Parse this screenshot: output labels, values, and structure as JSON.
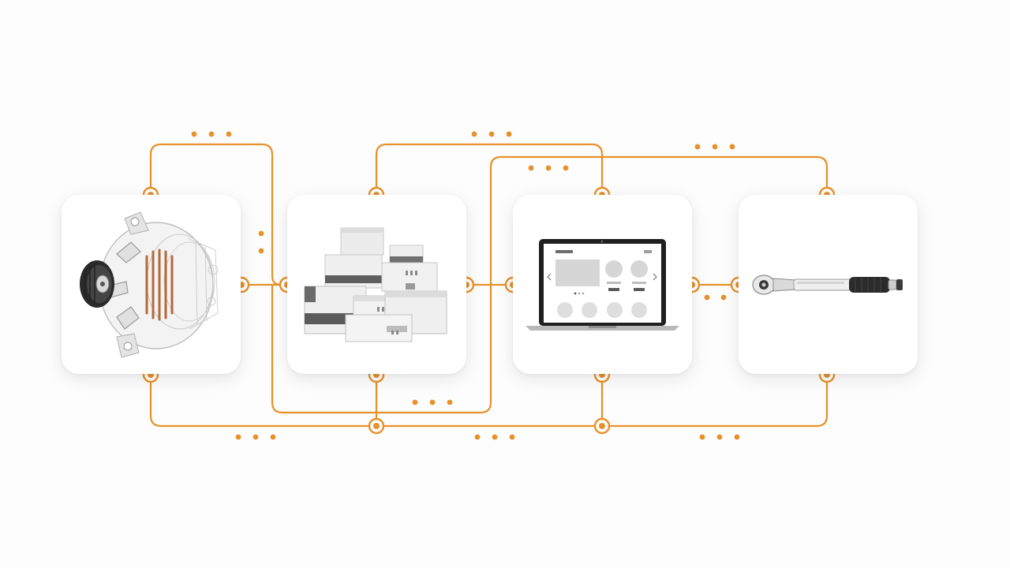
{
  "colors": {
    "accent": "#e6912a",
    "card_bg": "#ffffff",
    "background": "#fdfdfd",
    "illustration_gray": "#8a8a8a"
  },
  "nodes": [
    {
      "id": "alternator",
      "icon": "alternator-icon"
    },
    {
      "id": "boxes",
      "icon": "shipping-boxes-icon"
    },
    {
      "id": "laptop",
      "icon": "laptop-storefront-icon"
    },
    {
      "id": "wrench",
      "icon": "torque-wrench-icon"
    }
  ],
  "edges": [
    {
      "from": "alternator",
      "to": "boxes"
    },
    {
      "from": "boxes",
      "to": "laptop"
    },
    {
      "from": "laptop",
      "to": "wrench"
    },
    {
      "from": "alternator",
      "to": "boxes",
      "route": "top"
    },
    {
      "from": "boxes",
      "to": "laptop",
      "route": "top"
    },
    {
      "from": "laptop",
      "to": "wrench",
      "route": "top"
    },
    {
      "from": "alternator",
      "to": "laptop",
      "route": "bottom"
    },
    {
      "from": "boxes",
      "to": "wrench",
      "route": "bottom"
    }
  ]
}
